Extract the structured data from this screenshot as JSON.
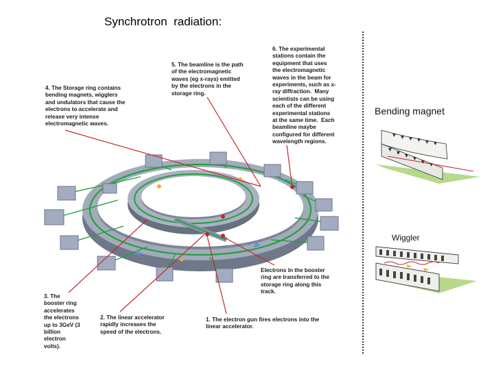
{
  "title": "Synchrotron  radiation:",
  "captions": {
    "c1": "1. The electron gun fires electrons into the\nlinear accelerator.",
    "c2": "2. The linear accelerator\nrapidly increases the\nspeed of the electrons.",
    "c3": "3. The\nbooster ring\naccelerates\nthe electrons\nup to 3GeV (3\nbillion\nelectron\nvolts).",
    "c4": "4. The Storage ring contains\nbending magnets, wigglers\nand undulators that cause the\nelectrons to accelerate and\nrelease very intense\nelectromagnetic waves.",
    "c5": "5. The beamline is the path\nof the electromagnetic\nwaves (eg x-rays) emitted\nby the electrons in the\nstorage ring.",
    "c6": "6. The experimental\nstations contain the\nequipment that uses\nthe electromagnetic\nwaves in the beam for\nexperiments, such as x-\nray diffraction.  Many\nscientists can be using\neach of the different\nexperimental stations\nat the same time.  Each\nbeamline maybe\nconfigured for different\nwavelength regions.",
    "transfer": "Electrons in the booster\nring are transferred to the\nstorage ring along this\ntrack."
  },
  "side": {
    "bending_magnet": "Bending magnet",
    "wiggler": "Wiggler"
  },
  "colors": {
    "ring": "#8f98a8",
    "ring_dark": "#5f6877",
    "track": "#22a040",
    "leader": "#c4262e",
    "station": "#9ea7bd",
    "beam_yellow": "#f2b320",
    "beam_blue": "#5b8fd8",
    "fan_green": "#b6d98a"
  }
}
